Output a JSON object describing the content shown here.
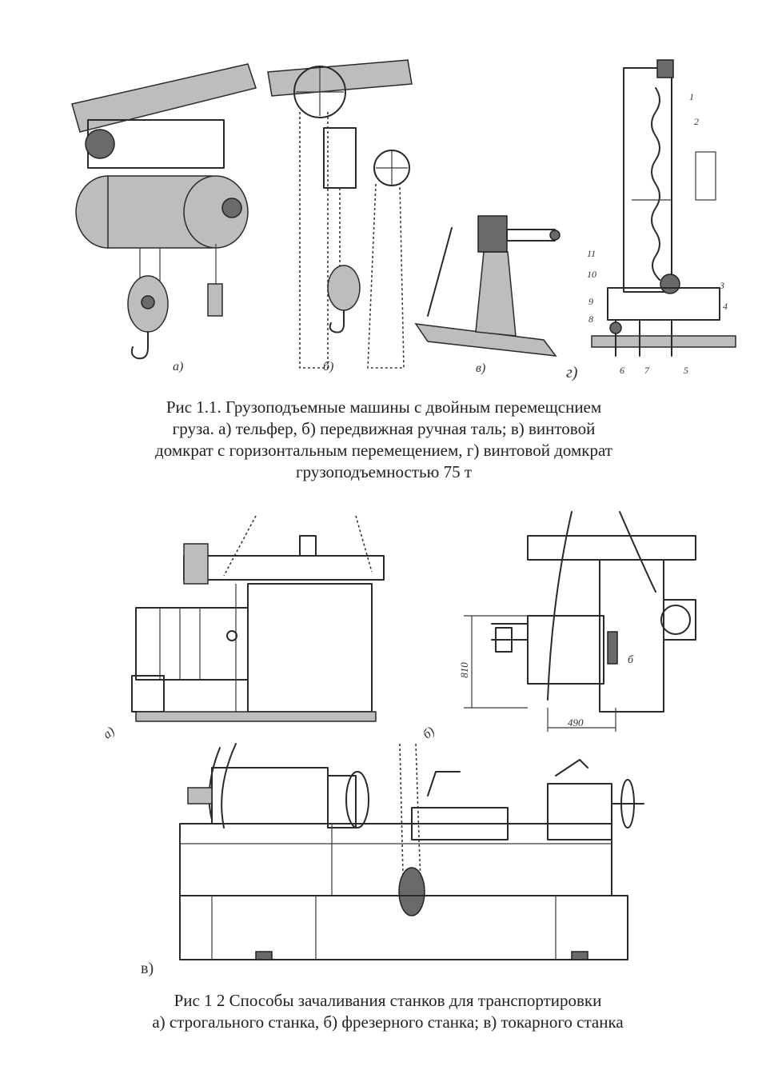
{
  "figure1": {
    "sublabels": [
      "а)",
      "б)",
      "в)",
      "г)"
    ],
    "part_numbers": [
      "1",
      "2",
      "11",
      "10",
      "9",
      "8",
      "3",
      "4",
      "6",
      "7",
      "5"
    ],
    "caption_lines": [
      "Рис 1.1. Грузоподъемные машины с двойным перемещснием",
      "груза. а) тельфер, б) передвижная ручная таль; в) винтовой",
      "домкрат с горизонтальным перемещением, г) винтовой домкрат",
      "грузоподъемностью 75 т"
    ]
  },
  "figure2": {
    "sublabels": [
      "а)",
      "б)",
      "в)"
    ],
    "dimensions": [
      "810",
      "490"
    ],
    "arrow_label": "б",
    "caption_lines": [
      "Рис  1 2  Способы зачаливания станков для транспортировки",
      "а) строгального станка, б) фрезерного станка; в) токарного станка"
    ]
  }
}
